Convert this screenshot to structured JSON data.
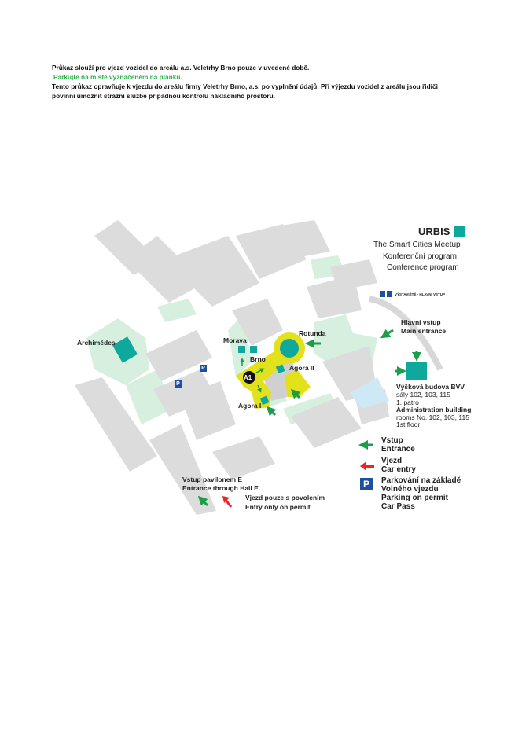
{
  "notice": {
    "line1": "Průkaz slouží pro vjezd vozidel do areálu a.s. Veletrhy Brno pouze v uvedené době.",
    "line2": "Parkujte na místě vyznačeném na plánku.",
    "line3": "Tento průkaz opravňuje k vjezdu do areálu firmy Veletrhy Brno, a.s. po vyplnění údajů. Při výjezdu vozidel z areálu jsou řidiči",
    "line4": "povinni umožnit strážní službě případnou kontrolu nákladního prostoru."
  },
  "header": {
    "title": "URBIS",
    "subtitle": "The Smart Cities Meetup",
    "program_cz": "Konferenční program",
    "program_en": "Conference program",
    "small_legend": "VÝSTAVIŠTĚ - HLAVNÍ VSTUP"
  },
  "map": {
    "archimedes": "Archimédes",
    "morava": "Morava",
    "brno": "Brno",
    "rotunda": "Rotunda",
    "agora2": "Agora II",
    "agora1": "Agora I",
    "a1": "A1",
    "parking": "P",
    "main_entrance_cz": "Hlavní vstup",
    "main_entrance_en": "Main entrance",
    "hall_e_cz": "Vstup pavilonem E",
    "hall_e_en": "Entrance through Hall E",
    "permit_cz": "Vjezd pouze s povolením",
    "permit_en": "Entry only on permit",
    "bvv_title": "Výšková budova BVV",
    "bvv_rooms_cz": "sály 102, 103, 115",
    "bvv_floor_cz": "1.  patro",
    "bvv_title_en": "Administration building",
    "bvv_rooms_en": "rooms No. 102, 103, 115",
    "bvv_floor_en": "1st floor"
  },
  "legend": {
    "entrance_cz": "Vstup",
    "entrance_en": "Entrance",
    "car_cz": "Vjezd",
    "car_en": "Car entry",
    "p_icon": "P",
    "parking_cz1": "Parkování na základě",
    "parking_cz2": "Volného vjezdu",
    "parking_en1": "Parking on permit",
    "parking_en2": "Car Pass"
  },
  "colors": {
    "teal": "#0fa89c",
    "yellow": "#e3e11c",
    "green": "#1a9e4a",
    "red": "#e8262d",
    "blue": "#1f4fa0",
    "building": "#dcdcdc",
    "park": "#d7efdf"
  }
}
